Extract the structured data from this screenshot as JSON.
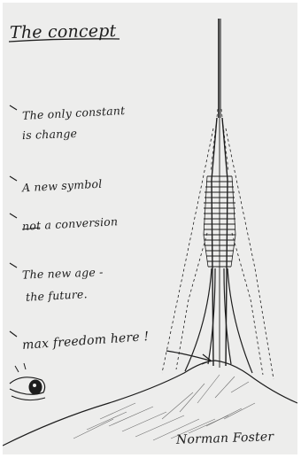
{
  "title": "The concept",
  "notes": {
    "constant_line1": "The only constant",
    "constant_line2": "is change",
    "symbol": "A new symbol",
    "conversion": "not a conversion",
    "age_line1": "The new age -",
    "age_line2": "the future.",
    "freedom": "max freedom here !"
  },
  "signature": "Norman Foster",
  "colors": {
    "paper": "#ededec",
    "ink": "#1d1d1d"
  },
  "icons": [
    "eye-icon",
    "arrow-icon",
    "tower-sketch",
    "hill-sketch"
  ]
}
